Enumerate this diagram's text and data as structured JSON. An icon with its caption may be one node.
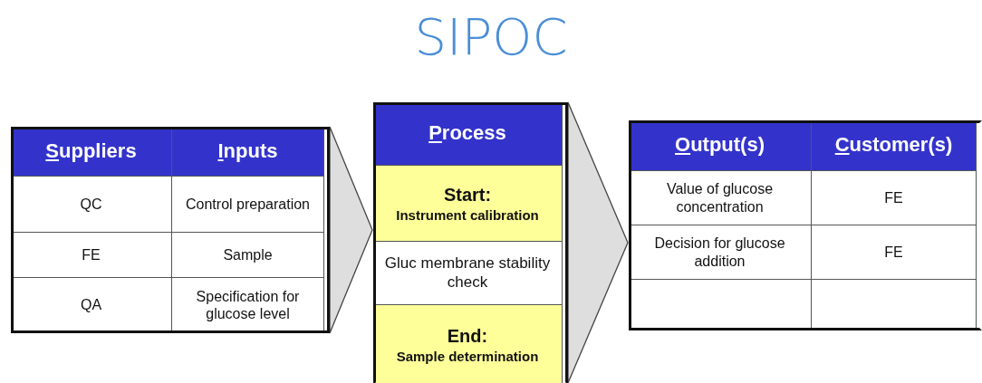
{
  "diagram": {
    "title": "SIPOC",
    "nodes": [
      {
        "text": [],
        "shape": "box"
      },
      {
        "text": [
          "Suppliers"
        ],
        "in": 0
      },
      {
        "text": [
          "Inputs"
        ],
        "in": 0
      },
      {
        "text": [
          "QC"
        ],
        "in": 0
      },
      {
        "text": [
          "Control preparation"
        ],
        "in": 0
      },
      {
        "text": [
          "FE"
        ],
        "in": 0
      },
      {
        "text": [
          "Sample"
        ],
        "in": 0
      },
      {
        "text": [
          "QA"
        ],
        "in": 0
      },
      {
        "text": [
          "Specification for glucose level"
        ],
        "in": 0
      },
      {
        "text": [],
        "shape": "box"
      },
      {
        "text": [
          "Process"
        ],
        "in": 9
      },
      {
        "text": [
          "Start:",
          "Instrument calibration"
        ],
        "in": 9
      },
      {
        "text": [
          "Gluc membrane stability check"
        ],
        "in": 9
      },
      {
        "text": [
          "End:",
          "Sample determination"
        ],
        "in": 9
      },
      {
        "text": [],
        "shape": "box"
      },
      {
        "text": [
          "Output(s)"
        ],
        "in": 14
      },
      {
        "text": [
          "Customer(s)"
        ],
        "in": 14
      },
      {
        "text": [
          "Value of glucose concentration"
        ],
        "in": 14
      },
      {
        "text": [
          "FE"
        ],
        "in": 14
      },
      {
        "text": [
          "Decision for glucose addition"
        ],
        "in": 14
      },
      {
        "text": [
          "FE"
        ],
        "in": 14
      },
      {
        "text": [],
        "shape": "box",
        "in": 14
      },
      {
        "text": [],
        "shape": "box",
        "in": 14
      }
    ],
    "edges": [
      {
        "from": 0,
        "to": 9,
        "arrow": "to"
      },
      {
        "from": 9,
        "to": 14,
        "arrow": "to"
      }
    ]
  }
}
